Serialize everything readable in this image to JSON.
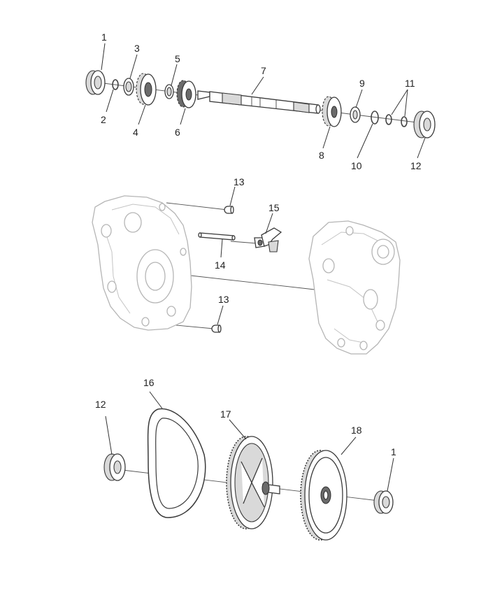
{
  "callouts": [
    {
      "id": "c1a",
      "text": "1"
    },
    {
      "id": "c2",
      "text": "2"
    },
    {
      "id": "c3",
      "text": "3"
    },
    {
      "id": "c4",
      "text": "4"
    },
    {
      "id": "c5",
      "text": "5"
    },
    {
      "id": "c6",
      "text": "6"
    },
    {
      "id": "c7",
      "text": "7"
    },
    {
      "id": "c8",
      "text": "8"
    },
    {
      "id": "c9",
      "text": "9"
    },
    {
      "id": "c10",
      "text": "10"
    },
    {
      "id": "c11",
      "text": "11"
    },
    {
      "id": "c12a",
      "text": "12"
    },
    {
      "id": "c13a",
      "text": "13"
    },
    {
      "id": "c14",
      "text": "14"
    },
    {
      "id": "c15",
      "text": "15"
    },
    {
      "id": "c13b",
      "text": "13"
    },
    {
      "id": "c16",
      "text": "16"
    },
    {
      "id": "c12b",
      "text": "12"
    },
    {
      "id": "c17",
      "text": "17"
    },
    {
      "id": "c18",
      "text": "18"
    },
    {
      "id": "c1b",
      "text": "1"
    }
  ]
}
